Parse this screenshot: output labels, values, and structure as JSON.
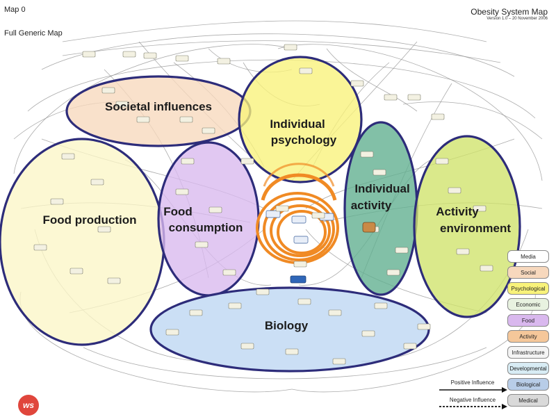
{
  "header": {
    "map_title": "Map 0",
    "map_subtitle": "Full Generic Map",
    "system_title": "Obesity System Map",
    "version": "Version 1.0 – 20 November 2006"
  },
  "regions": [
    {
      "label_lines": [
        "Societal influences"
      ],
      "fill": "#f7d8bd"
    },
    {
      "label_lines": [
        "Individual",
        "psychology"
      ],
      "fill": "#f8f27a"
    },
    {
      "label_lines": [
        "Food production"
      ],
      "fill": "#fbf6c6"
    },
    {
      "label_lines": [
        "Food",
        "consumption"
      ],
      "fill": "#d9b8ee"
    },
    {
      "label_lines": [
        "Individual",
        "activity"
      ],
      "fill": "#5fae8e"
    },
    {
      "label_lines": [
        "Activity",
        "environment"
      ],
      "fill": "#cfe36a"
    },
    {
      "label_lines": [
        "Biology"
      ],
      "fill": "#bcd6f2"
    }
  ],
  "region_outline_color": "#2d2c7a",
  "core_loop_color": "#f08a24",
  "legend": [
    {
      "label": "Media",
      "color": "#ffffff"
    },
    {
      "label": "Social",
      "color": "#f7d8bd"
    },
    {
      "label": "Psychological",
      "color": "#f8f27a"
    },
    {
      "label": "Economic",
      "color": "#e8f2e0"
    },
    {
      "label": "Food",
      "color": "#d9b8ee"
    },
    {
      "label": "Activity",
      "color": "#f5c79a"
    },
    {
      "label": "Infrastructure",
      "color": "#f4f4f4"
    },
    {
      "label": "Developmental",
      "color": "#d8ecf4"
    },
    {
      "label": "Biological",
      "color": "#b8cde8"
    },
    {
      "label": "Medical",
      "color": "#d9d9d9"
    }
  ],
  "influence": {
    "positive": "Positive Influence",
    "negative": "Negative Influence"
  },
  "logo_text": "ws"
}
